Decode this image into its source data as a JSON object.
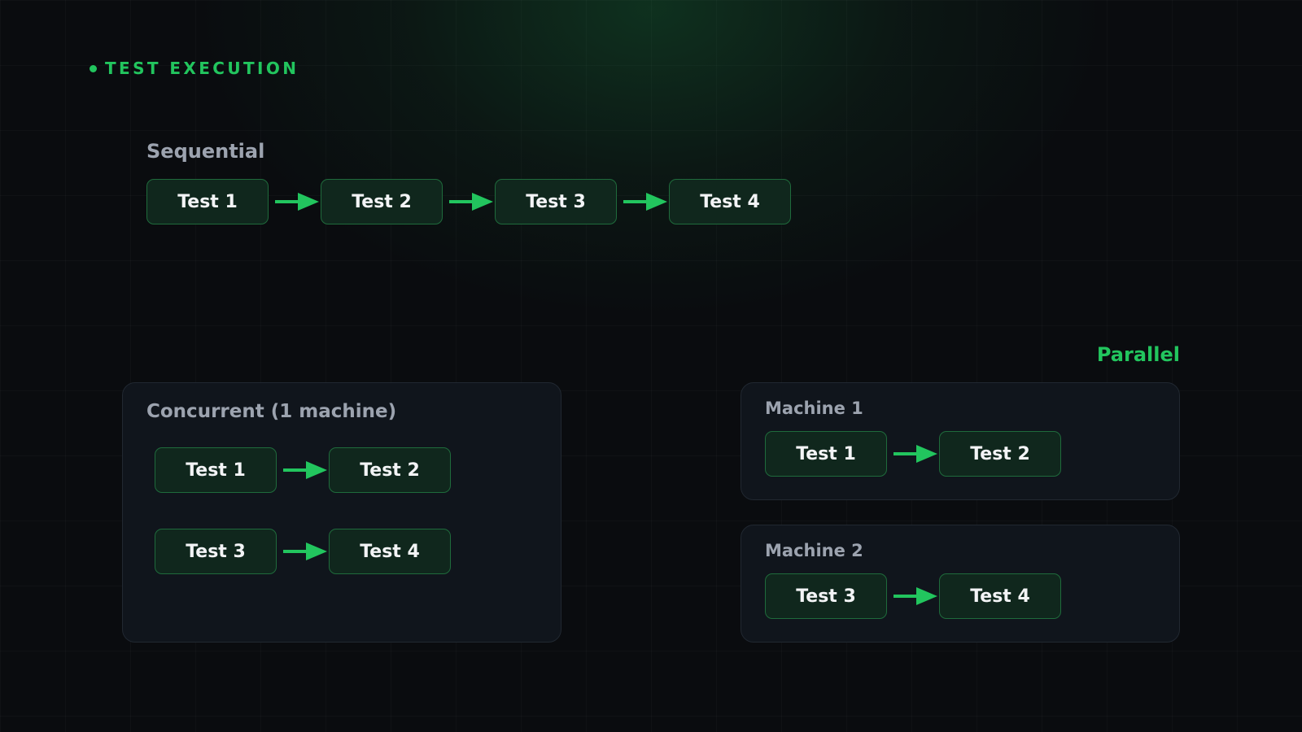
{
  "header": {
    "eyebrow": "TEST EXECUTION"
  },
  "sequential": {
    "label": "Sequential",
    "tests": [
      "Test 1",
      "Test 2",
      "Test 3",
      "Test 4"
    ]
  },
  "concurrent": {
    "label": "Concurrent (1 machine)",
    "rows": [
      [
        "Test 1",
        "Test 2"
      ],
      [
        "Test 3",
        "Test 4"
      ]
    ]
  },
  "parallel": {
    "label": "Parallel",
    "machines": [
      {
        "label": "Machine 1",
        "tests": [
          "Test 1",
          "Test 2"
        ]
      },
      {
        "label": "Machine 2",
        "tests": [
          "Test 3",
          "Test 4"
        ]
      }
    ]
  },
  "colors": {
    "accent": "#22c55e",
    "background": "#0a0c0f",
    "panel": "#10151c",
    "node_fill": "#10271d",
    "node_border": "#1f6b3c",
    "muted_text": "#9ca3af"
  },
  "icons": {
    "connector": "arrow-right-icon",
    "bullet": "status-dot-icon"
  }
}
